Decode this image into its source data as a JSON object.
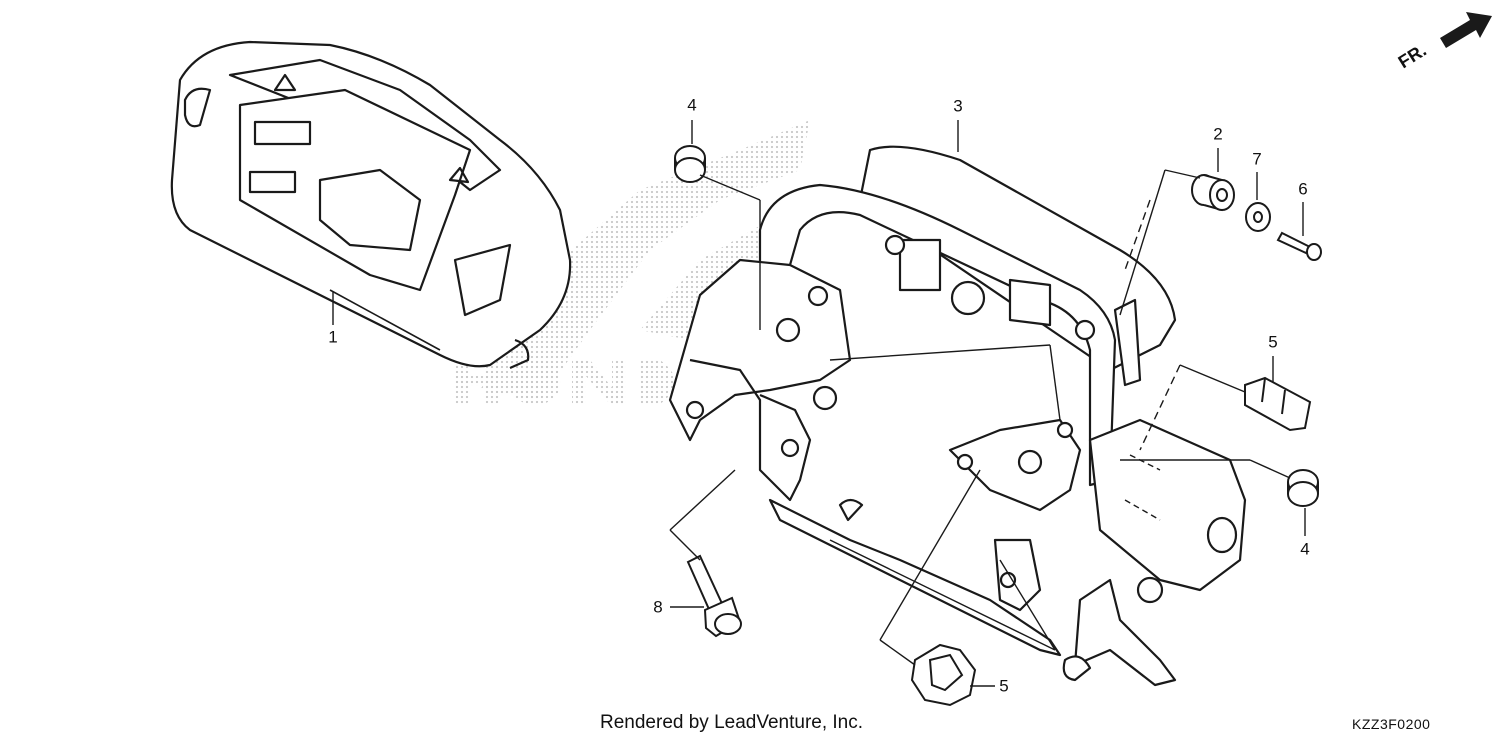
{
  "watermark": {
    "brand": "HONDA"
  },
  "direction": {
    "label": "FR."
  },
  "callouts": {
    "c1": "1",
    "c2": "2",
    "c3": "3",
    "c4a": "4",
    "c4b": "4",
    "c5a": "5",
    "c5b": "5",
    "c6": "6",
    "c7": "7",
    "c8": "8"
  },
  "footer": {
    "credit": "Rendered by LeadVenture, Inc.",
    "diagram_code": "KZZ3F0200"
  },
  "colors": {
    "line": "#1a1a1a",
    "watermark": "#cfcfcf"
  }
}
